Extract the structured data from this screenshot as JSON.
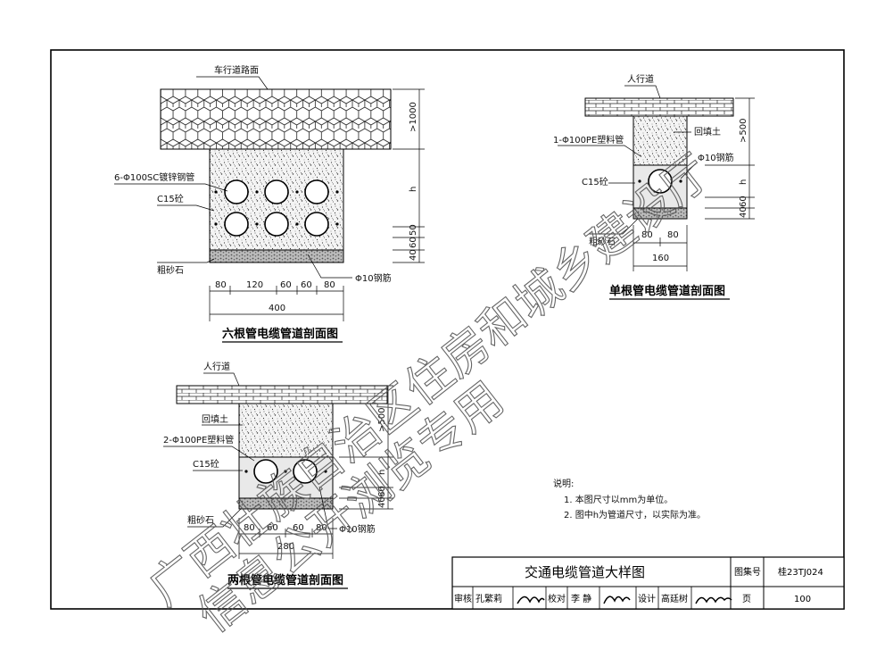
{
  "sections": {
    "six": {
      "title": "六根管电缆管道剖面图",
      "road_label": "车行道路面",
      "pipe_label": "6-Φ100SC镀锌钢管",
      "concrete_label": "C15砼",
      "gravel_label": "粗砂石",
      "rebar_label": "Φ10钢筋",
      "dims_bottom": [
        "80",
        "120",
        "60",
        "60",
        "80"
      ],
      "total_width": "400",
      "dims_right": [
        ">1000",
        "h",
        "50",
        "60",
        "40"
      ]
    },
    "single": {
      "title": "单根管电缆管道剖面图",
      "sidewalk_label": "人行道",
      "backfill_label": "回填土",
      "pipe_label": "1-Φ100PE塑料管",
      "rebar_label": "Φ10钢筋",
      "concrete_label": "C15砼",
      "gravel_label": "粗砂石",
      "dims_bottom": [
        "80",
        "80"
      ],
      "total_width": "160",
      "dims_right": [
        ">500",
        "h",
        "60",
        "40"
      ]
    },
    "two": {
      "title": "两根管电缆管道剖面图",
      "sidewalk_label": "人行道",
      "backfill_label": "回填土",
      "pipe_label": "2-Φ100PE塑料管",
      "concrete_label": "C15砼",
      "gravel_label": "粗砂石",
      "rebar_label": "Φ10钢筋",
      "dims_bottom": [
        "80",
        "60",
        "60",
        "80"
      ],
      "total_width": "280",
      "dims_right": [
        ">500",
        "h",
        "60",
        "40"
      ]
    }
  },
  "notes": {
    "heading": "说明:",
    "items": [
      "1. 本图尺寸以mm为单位。",
      "2. 图中h为管道尺寸，以实际为准。"
    ]
  },
  "title_block": {
    "drawing_title": "交通电缆管道大样图",
    "atlas_label": "图集号",
    "atlas_no": "桂23TJ024",
    "page_label": "页",
    "page_no": "100",
    "reviewer_label": "审核",
    "reviewer": "孔繁莉",
    "checker_label": "校对",
    "checker": "李 静",
    "designer_label": "设计",
    "designer": "高廷树"
  },
  "watermark": {
    "line1": "广西壮族自治区住房和城乡建设厅",
    "line2": "信息公开浏览专用"
  }
}
